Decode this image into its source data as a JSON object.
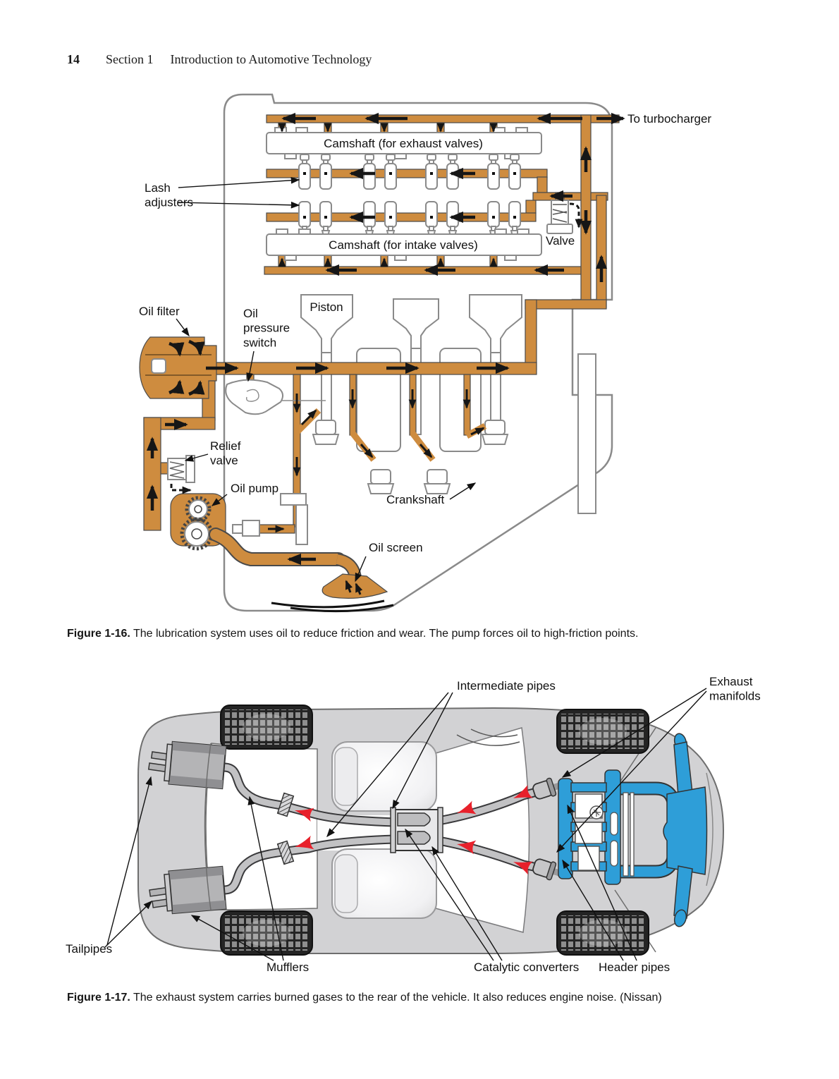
{
  "page": {
    "number": "14",
    "section": "Section 1",
    "title": "Introduction to Automotive Technology"
  },
  "figure_16": {
    "caption_label": "Figure 1-16.",
    "caption_text": "The lubrication system uses oil to reduce friction and wear. The pump forces oil to high-friction points.",
    "labels": {
      "to_turbocharger": "To turbocharger",
      "camshaft_exhaust": "Camshaft (for exhaust valves)",
      "lash_adjusters": "Lash\nadjusters",
      "camshaft_intake": "Camshaft (for intake valves)",
      "valve": "Valve",
      "oil_filter": "Oil filter",
      "oil_pressure_switch": "Oil\npressure\nswitch",
      "piston": "Piston",
      "relief_valve": "Relief\nvalve",
      "oil_pump": "Oil pump",
      "crankshaft": "Crankshaft",
      "oil_screen": "Oil screen"
    },
    "colors": {
      "oil_passage": "#CE8C3F",
      "engine_outline": "#8A8A8A"
    }
  },
  "figure_17": {
    "caption_label": "Figure 1-17.",
    "caption_text": "The exhaust system carries burned gases to the rear of the vehicle. It also reduces engine noise. (Nissan)",
    "labels": {
      "intermediate_pipes": "Intermediate pipes",
      "exhaust_manifolds": "Exhaust\nmanifolds",
      "tailpipes": "Tailpipes",
      "mufflers": "Mufflers",
      "catalytic_converters": "Catalytic converters",
      "header_pipes": "Header pipes"
    },
    "colors": {
      "manifold_blue": "#2E9ED8",
      "flow_arrow_red": "#E8212B",
      "body_gray": "#D2D2D4",
      "pipe_gray": "#C2C2C4"
    }
  }
}
